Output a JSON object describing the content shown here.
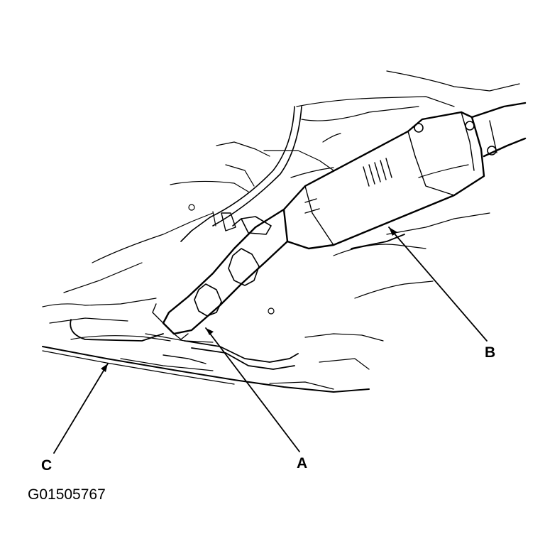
{
  "callouts": {
    "a": "A",
    "b": "B",
    "c": "C"
  },
  "figure_id": "G01505767",
  "colors": {
    "ink": "#000000",
    "background": "#ffffff"
  }
}
